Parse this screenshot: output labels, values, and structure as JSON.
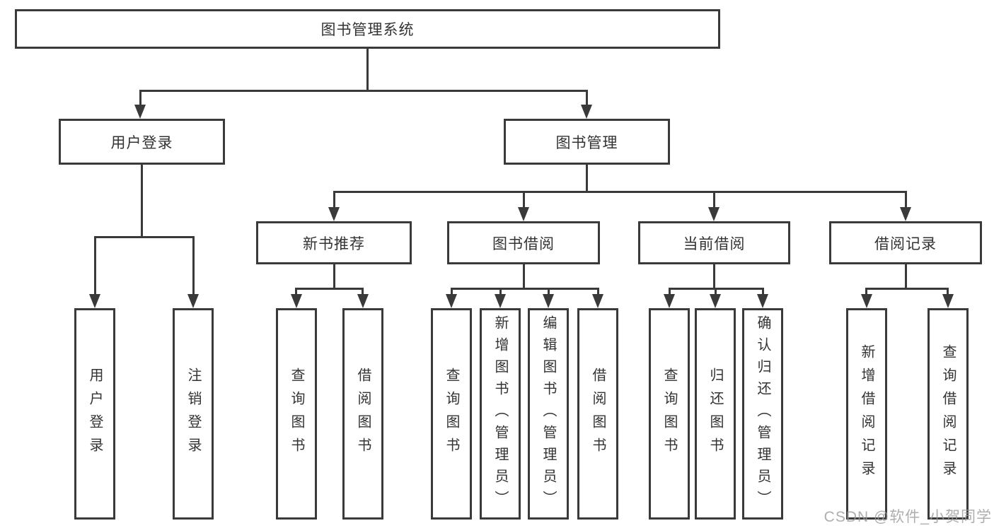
{
  "colors": {
    "line": "#3a3a3a",
    "text": "#333333",
    "background": "#ffffff",
    "watermark": "#9a9a9a"
  },
  "watermark": {
    "text": "CSDN @软件_小贺同学"
  },
  "tree": {
    "label": "图书管理系统",
    "children": [
      {
        "label": "用户登录",
        "children": [
          {
            "label": "用户登录"
          },
          {
            "label": "注销登录"
          }
        ]
      },
      {
        "label": "图书管理",
        "children": [
          {
            "label": "新书推荐",
            "children": [
              {
                "label": "查询图书"
              },
              {
                "label": "借阅图书"
              }
            ]
          },
          {
            "label": "图书借阅",
            "children": [
              {
                "label": "查询图书"
              },
              {
                "label": "新增图书（管理员）"
              },
              {
                "label": "编辑图书（管理员）"
              },
              {
                "label": "借阅图书"
              }
            ]
          },
          {
            "label": "当前借阅",
            "children": [
              {
                "label": "查询图书"
              },
              {
                "label": "归还图书"
              },
              {
                "label": "确认归还（管理员）"
              }
            ]
          },
          {
            "label": "借阅记录",
            "children": [
              {
                "label": "新增借阅记录"
              },
              {
                "label": "查询借阅记录"
              }
            ]
          }
        ]
      }
    ]
  }
}
